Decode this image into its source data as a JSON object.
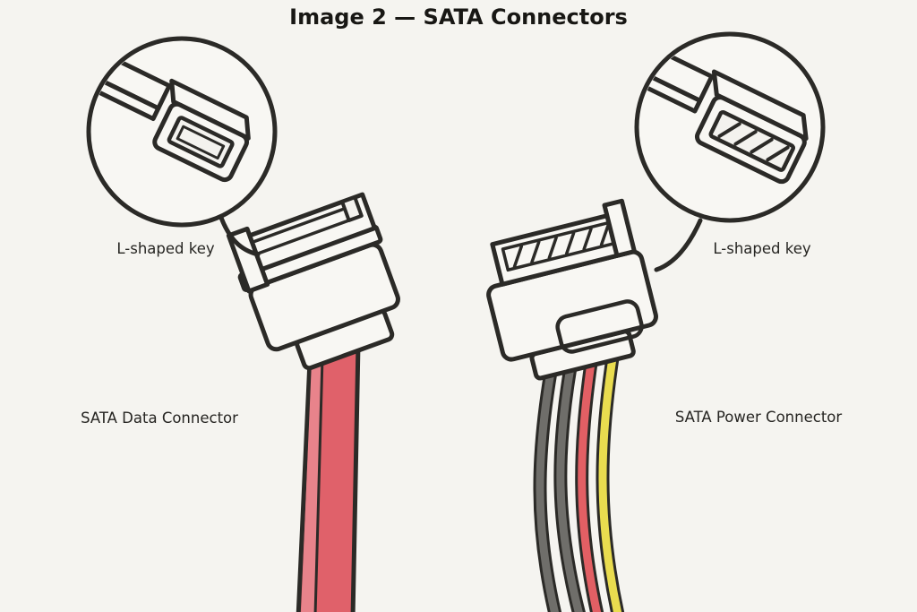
{
  "title": "Image 2 — SATA Connectors",
  "annotations": {
    "left_key_label": "L-shaped key",
    "right_key_label": "L-shaped key"
  },
  "labels": {
    "data_connector": "SATA Data Connector",
    "power_connector": "SATA Power Connector"
  },
  "colors": {
    "background": "#f5f4f0",
    "ink": "#2b2a27",
    "paper_fill": "#f8f7f3",
    "cable_red": "#e0616a",
    "cable_red_light": "#e8838b",
    "wire_black": "#6f6e6a",
    "wire_red": "#e25f64",
    "wire_yellow": "#e9dc4f"
  },
  "figure": {
    "type": "technical-illustration",
    "left_part": {
      "name": "SATA data connector",
      "cable": "red ribbon cable",
      "key": "L-shaped key"
    },
    "right_part": {
      "name": "SATA power connector",
      "wire_colors": [
        "black",
        "black",
        "red",
        "yellow"
      ],
      "key": "L-shaped key"
    }
  }
}
